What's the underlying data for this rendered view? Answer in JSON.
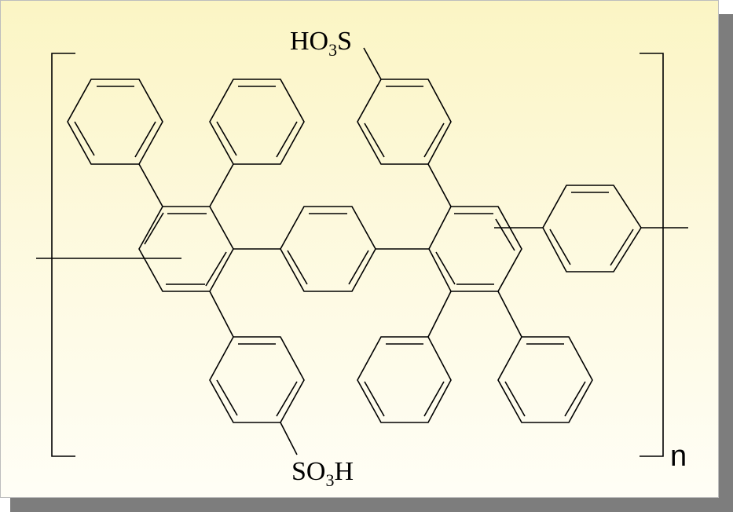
{
  "figure": {
    "top_substituent": {
      "main": "HO",
      "sub": "3",
      "tail": "S"
    },
    "bottom_substituent": {
      "main": "SO",
      "sub": "3",
      "tail": "H"
    },
    "repeat_subscript": "n"
  },
  "colors": {
    "panel_top": "#fbf5c4",
    "panel_bottom": "#fffef6",
    "shadow": "#7d7d7d",
    "bond": "#000000"
  }
}
